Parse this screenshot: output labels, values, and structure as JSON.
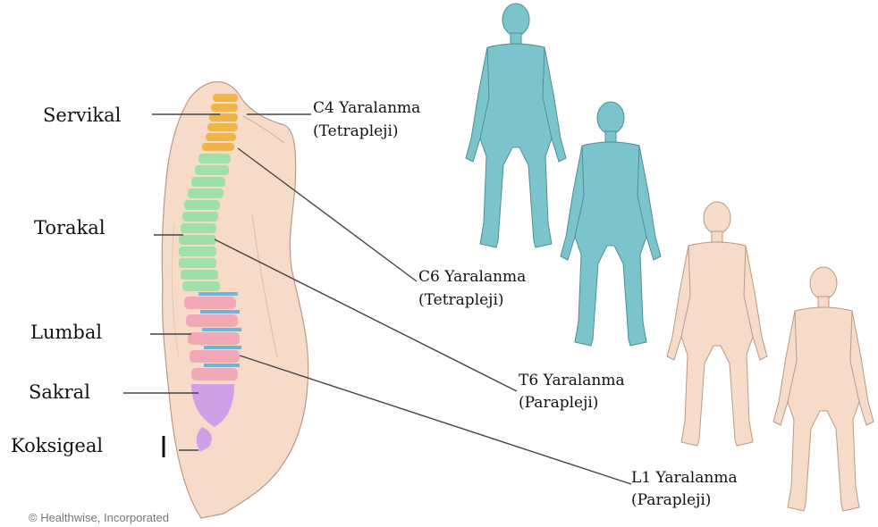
{
  "labels": {
    "cervical": "Servikal",
    "thoracic": "Torakal",
    "lumbar": "Lumbal",
    "sacral": "Sakral",
    "coccygeal": "Koksigeal"
  },
  "injuries": [
    {
      "level": "C4 Yaralanma",
      "type": "(Tetrapleji)"
    },
    {
      "level": "C6 Yaralanma",
      "type": "(Tetrapleji)"
    },
    {
      "level": "T6 Yaralanma",
      "type": "(Parapleji)"
    },
    {
      "level": "L1 Yaralanma",
      "type": "(Parapleji)"
    }
  ],
  "copyright": "© Healthwise, Incorporated",
  "colors": {
    "skin": "#f6dcc8",
    "skin_outline": "#b89a88",
    "affected": "#7cc4cc",
    "cervical": "#f0b448",
    "thoracic": "#9fe0a8",
    "lumbar": "#f2a8b6",
    "sacral": "#cfa0e8",
    "disc": "#6db6d8"
  }
}
